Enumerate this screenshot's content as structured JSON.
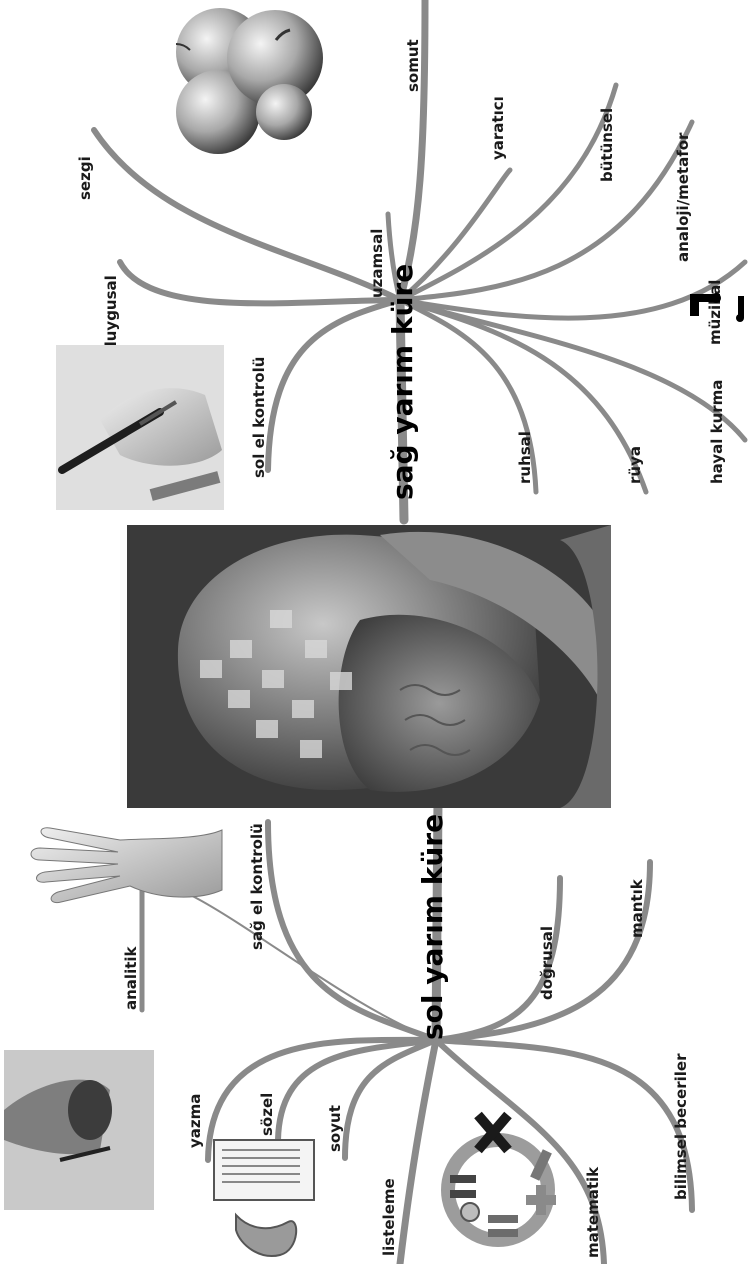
{
  "right_hemisphere": {
    "title": "sağ yarım küre",
    "labels": {
      "sezgi": "sezgi",
      "duygusal": "duygusal",
      "sol_el_kontrolu": "sol el kontrolü",
      "uzamsal": "uzamsal",
      "somut": "somut",
      "yaratici": "yaratıcı",
      "butunsel": "bütünsel",
      "analoji_metafor": "analoji/metafor",
      "muzikal": "müzikal",
      "ruhsal": "ruhsal",
      "ruya": "rüya",
      "hayal_kurma": "hayal kurma"
    }
  },
  "left_hemisphere": {
    "title": "sol yarım küre",
    "labels": {
      "analitik": "analitik",
      "sag_el_kontrolu": "sağ el kontrolü",
      "yazma": "yazma",
      "sozel": "sözel",
      "soyut": "soyut",
      "listeleme": "listeleme",
      "matematik": "matematik",
      "bilimsel_beceriler": "bilimsel beceriler",
      "dogrusal": "doğrusal",
      "mantik": "mantık"
    }
  },
  "icons": [
    "apples-picture",
    "writing-hand-picture",
    "music-note-icon",
    "brain-illustration",
    "open-hand-picture",
    "writing-close-up-picture",
    "notes-paper-picture",
    "math-symbols-picture"
  ]
}
